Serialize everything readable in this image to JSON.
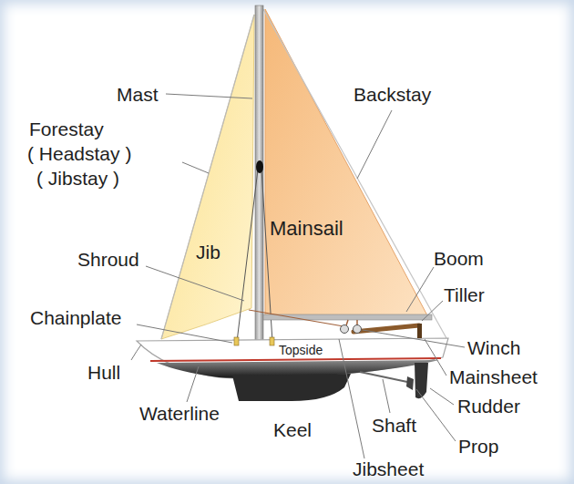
{
  "diagram": {
    "labels": [
      "Mast",
      "Forestay",
      "( Headstay )",
      "( Jibstay )",
      "Backstay",
      "Mainsail",
      "Jib",
      "Shroud",
      "Boom",
      "Tiller",
      "Chainplate",
      "Winch",
      "Mainsheet",
      "Hull",
      "Topside",
      "Rudder",
      "Waterline",
      "Keel",
      "Shaft",
      "Prop",
      "Jibsheet"
    ]
  }
}
